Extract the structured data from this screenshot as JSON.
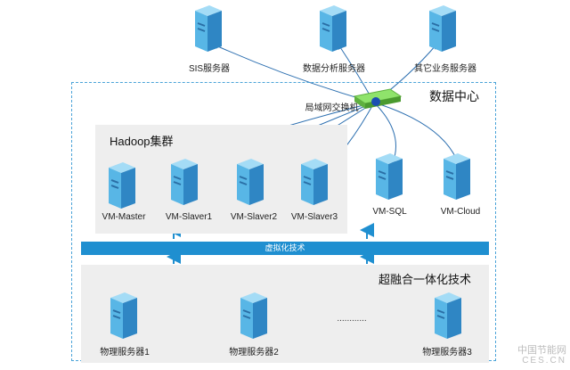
{
  "top_servers": [
    {
      "label": "SIS服务器"
    },
    {
      "label": "数据分析服务器"
    },
    {
      "label": "其它业务服务器"
    }
  ],
  "switch": {
    "label": "局域网交换机"
  },
  "datacenter": {
    "label": "数据中心"
  },
  "hadoop": {
    "label": "Hadoop集群",
    "nodes": [
      {
        "label": "VM-Master"
      },
      {
        "label": "VM-Slaver1"
      },
      {
        "label": "VM-Slaver2"
      },
      {
        "label": "VM-Slaver3"
      }
    ]
  },
  "vms": [
    {
      "label": "VM-SQL"
    },
    {
      "label": "VM-Cloud"
    }
  ],
  "virtualization": {
    "label": "虚拟化技术"
  },
  "hyperconverged": {
    "label": "超融合一体化技术"
  },
  "physical_servers": [
    {
      "label": "物理服务器1"
    },
    {
      "label": "物理服务器2"
    },
    {
      "label": "物理服务器3"
    }
  ],
  "ellipsis": "............",
  "watermark": {
    "cn": "中国节能网",
    "en": "CES.CN"
  },
  "colors": {
    "accent": "#1f8fd0",
    "server_light": "#6cc0ec",
    "server_dark": "#2f86c4",
    "switch": "#7ed957",
    "border": "#4aa3d8"
  }
}
